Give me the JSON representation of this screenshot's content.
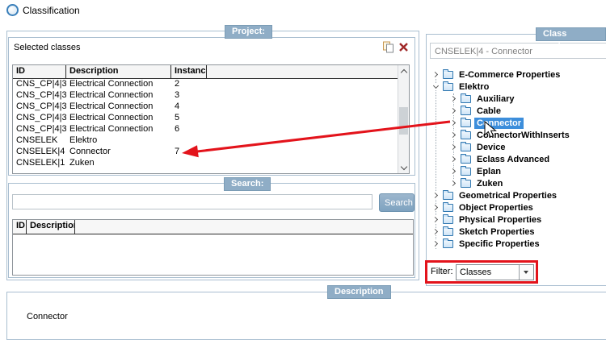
{
  "window": {
    "title": "Classification"
  },
  "badges": {
    "project": "Project:",
    "search": "Search:",
    "class_system": "Class system:",
    "description": "Description"
  },
  "selected_classes": {
    "title": "Selected classes",
    "columns": [
      "ID",
      "Description",
      "Instance"
    ],
    "rows": [
      {
        "id": "CNS_CP|4|3",
        "description": "Electrical Connection",
        "instance": "2"
      },
      {
        "id": "CNS_CP|4|3",
        "description": "Electrical Connection",
        "instance": "3"
      },
      {
        "id": "CNS_CP|4|3",
        "description": "Electrical Connection",
        "instance": "4"
      },
      {
        "id": "CNS_CP|4|3",
        "description": "Electrical Connection",
        "instance": "5"
      },
      {
        "id": "CNS_CP|4|3",
        "description": "Electrical Connection",
        "instance": "6"
      },
      {
        "id": "CNSELEK",
        "description": "Elektro",
        "instance": ""
      },
      {
        "id": "CNSELEK|4",
        "description": "Connector",
        "instance": "7"
      },
      {
        "id": "CNSELEK|1",
        "description": "Zuken",
        "instance": ""
      }
    ]
  },
  "search": {
    "input_value": "",
    "button_label": "Search",
    "columns": [
      "ID",
      "Description"
    ],
    "rows": []
  },
  "class_system": {
    "path_value": "CNSELEK|4 - Connector",
    "tree": [
      {
        "label": "E-Commerce Properties",
        "level": 0,
        "expanded": false,
        "selected": false
      },
      {
        "label": "Elektro",
        "level": 0,
        "expanded": true,
        "selected": false
      },
      {
        "label": "Auxiliary",
        "level": 1,
        "expanded": false,
        "selected": false
      },
      {
        "label": "Cable",
        "level": 1,
        "expanded": false,
        "selected": false
      },
      {
        "label": "Connector",
        "level": 1,
        "expanded": false,
        "selected": true
      },
      {
        "label": "ConnectorWithInserts",
        "level": 1,
        "expanded": false,
        "selected": false
      },
      {
        "label": "Device",
        "level": 1,
        "expanded": false,
        "selected": false
      },
      {
        "label": "Eclass Advanced",
        "level": 1,
        "expanded": false,
        "selected": false
      },
      {
        "label": "Eplan",
        "level": 1,
        "expanded": false,
        "selected": false
      },
      {
        "label": "Zuken",
        "level": 1,
        "expanded": false,
        "selected": false
      },
      {
        "label": "Geometrical Properties",
        "level": 0,
        "expanded": false,
        "selected": false
      },
      {
        "label": "Object Properties",
        "level": 0,
        "expanded": false,
        "selected": false
      },
      {
        "label": "Physical Properties",
        "level": 0,
        "expanded": false,
        "selected": false
      },
      {
        "label": "Sketch Properties",
        "level": 0,
        "expanded": false,
        "selected": false
      },
      {
        "label": "Specific Properties",
        "level": 0,
        "expanded": false,
        "selected": false
      }
    ],
    "filter": {
      "label": "Filter:",
      "value": "Classes"
    }
  },
  "description": {
    "content": "Connector"
  },
  "icons": {
    "titlebar": "classification-icon",
    "panel_actions": [
      "paste-icon",
      "delete-icon"
    ],
    "tree": [
      "chevron-right-icon",
      "chevron-down-icon",
      "folder-icon"
    ]
  },
  "colors": {
    "badge_bg": "#8fadc6",
    "panel_border": "#a9bed0",
    "selection_blue": "#3d8edb",
    "annotation_red": "#e3131b",
    "delete_red": "#a02828"
  }
}
